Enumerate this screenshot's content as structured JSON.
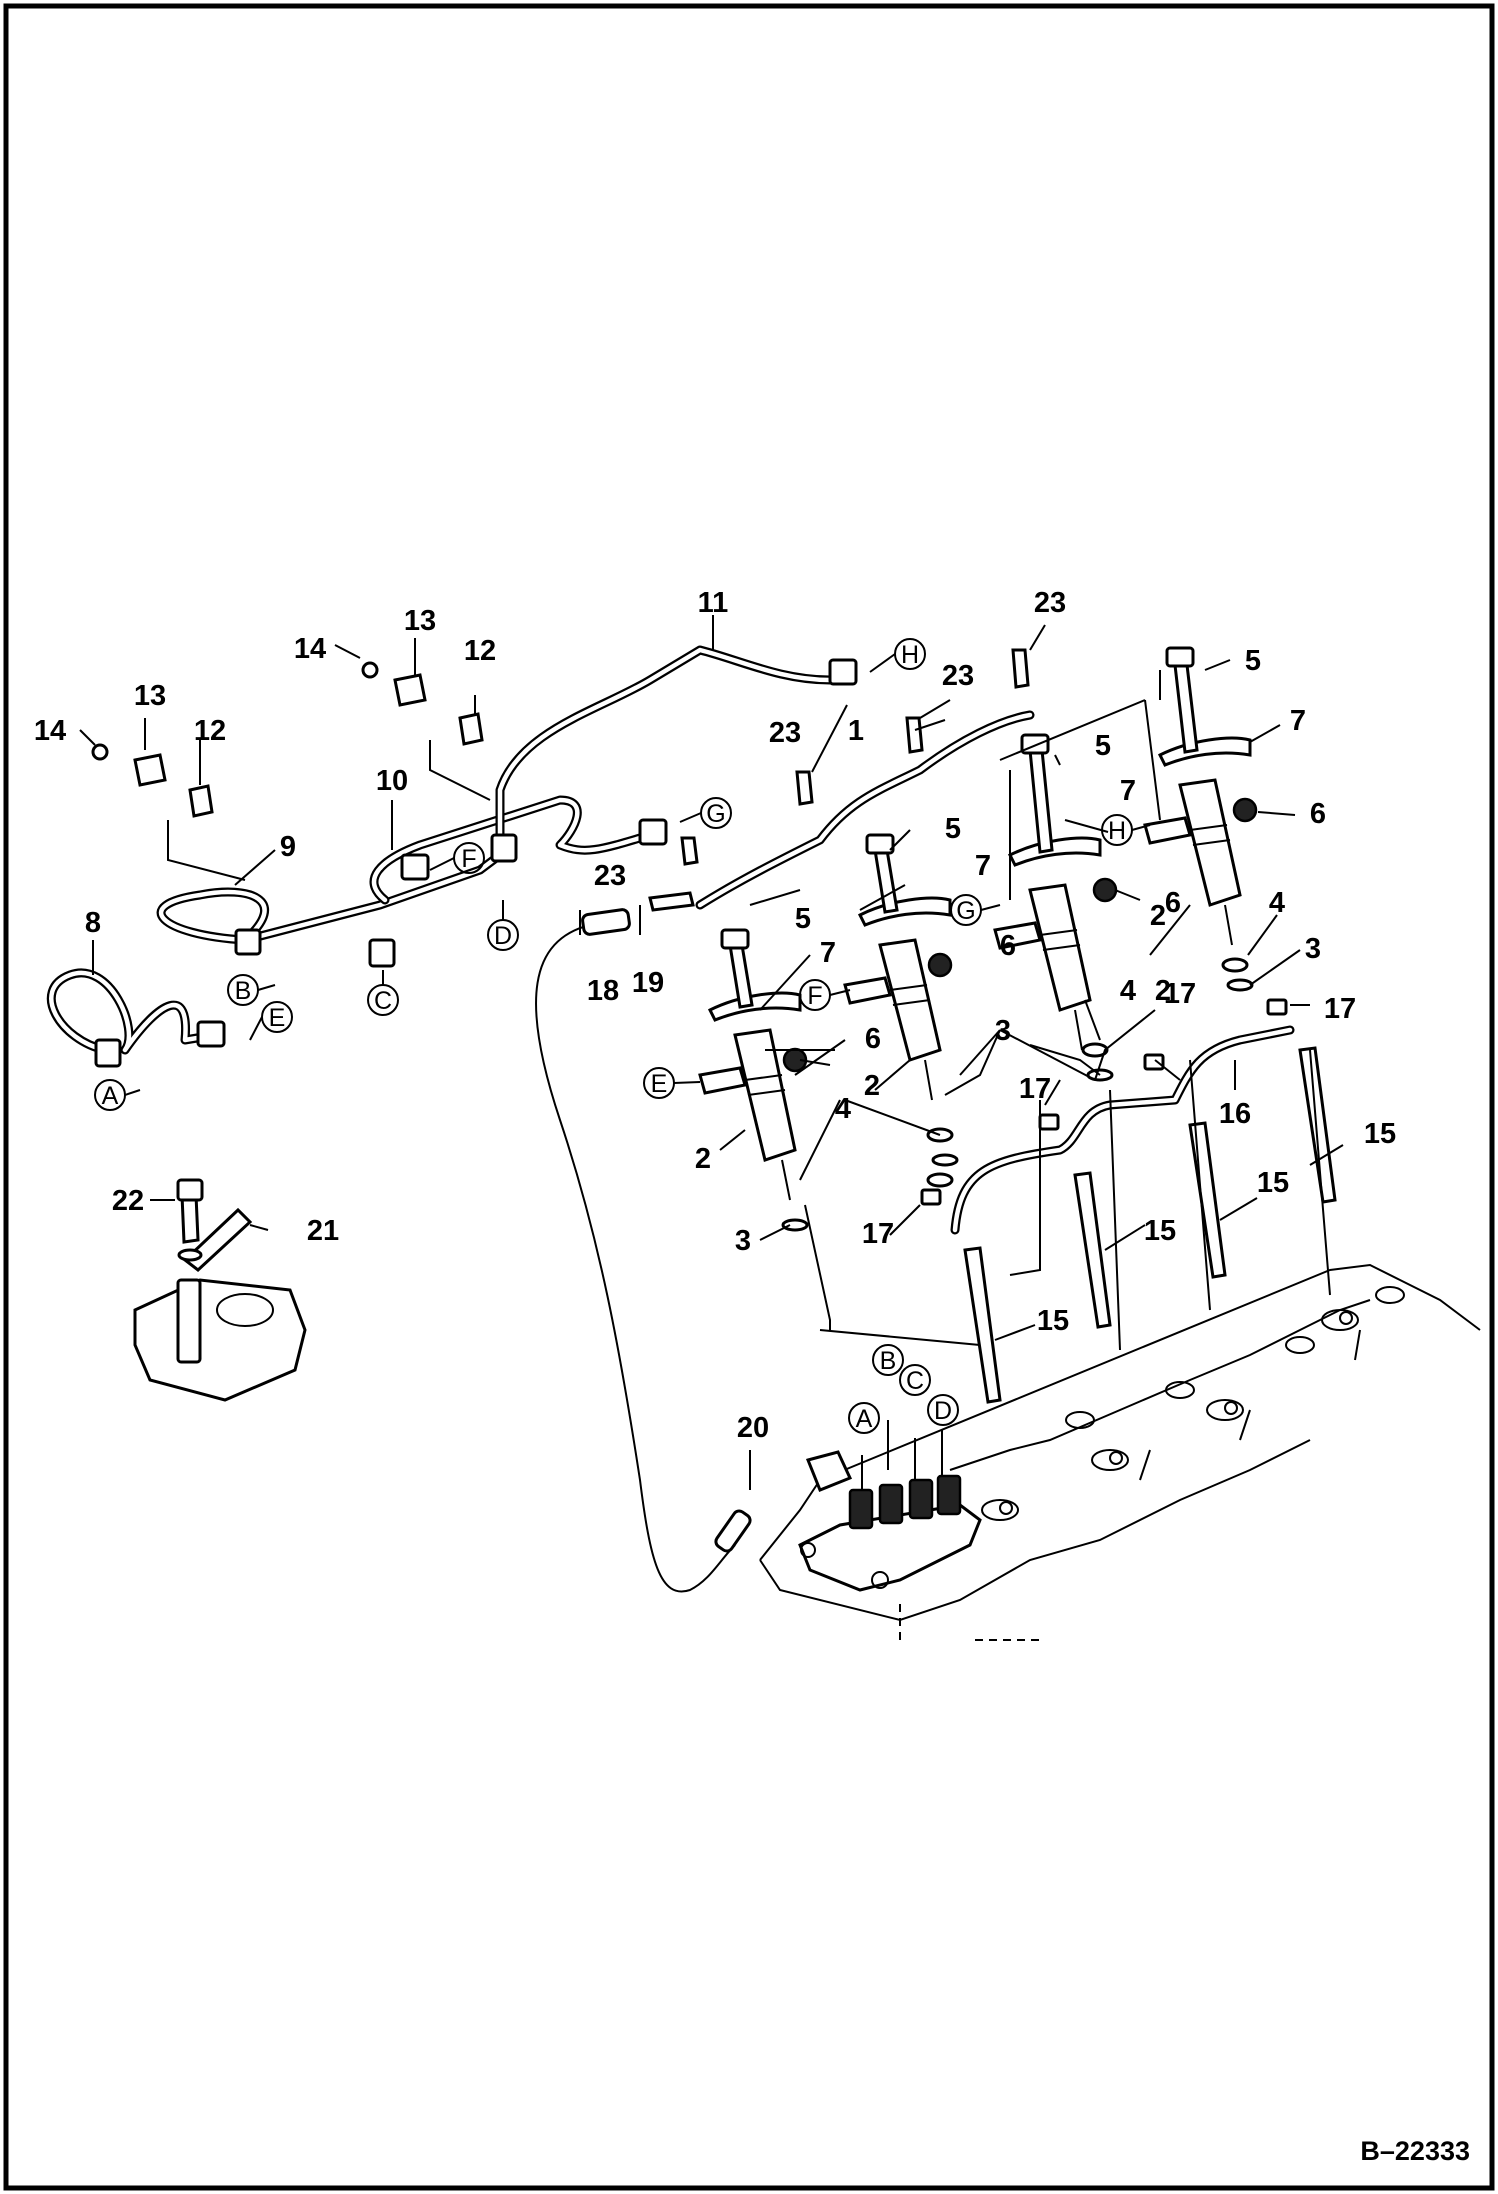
{
  "drawing": {
    "reference": "B–22333",
    "callouts": [
      {
        "id": "c1",
        "label": "1"
      },
      {
        "id": "c2a",
        "label": "2"
      },
      {
        "id": "c2b",
        "label": "2"
      },
      {
        "id": "c2c",
        "label": "2"
      },
      {
        "id": "c2d",
        "label": "2"
      },
      {
        "id": "c3a",
        "label": "3"
      },
      {
        "id": "c3b",
        "label": "3"
      },
      {
        "id": "c3c",
        "label": "3"
      },
      {
        "id": "c4a",
        "label": "4"
      },
      {
        "id": "c4b",
        "label": "4"
      },
      {
        "id": "c4c",
        "label": "4"
      },
      {
        "id": "c5a",
        "label": "5"
      },
      {
        "id": "c5b",
        "label": "5"
      },
      {
        "id": "c5c",
        "label": "5"
      },
      {
        "id": "c5d",
        "label": "5"
      },
      {
        "id": "c6a",
        "label": "6"
      },
      {
        "id": "c6b",
        "label": "6"
      },
      {
        "id": "c6c",
        "label": "6"
      },
      {
        "id": "c6d",
        "label": "6"
      },
      {
        "id": "c7a",
        "label": "7"
      },
      {
        "id": "c7b",
        "label": "7"
      },
      {
        "id": "c7c",
        "label": "7"
      },
      {
        "id": "c7d",
        "label": "7"
      },
      {
        "id": "c8",
        "label": "8"
      },
      {
        "id": "c9",
        "label": "9"
      },
      {
        "id": "c10",
        "label": "10"
      },
      {
        "id": "c11",
        "label": "11"
      },
      {
        "id": "c12a",
        "label": "12"
      },
      {
        "id": "c12b",
        "label": "12"
      },
      {
        "id": "c13a",
        "label": "13"
      },
      {
        "id": "c13b",
        "label": "13"
      },
      {
        "id": "c14a",
        "label": "14"
      },
      {
        "id": "c14b",
        "label": "14"
      },
      {
        "id": "c15a",
        "label": "15"
      },
      {
        "id": "c15b",
        "label": "15"
      },
      {
        "id": "c15c",
        "label": "15"
      },
      {
        "id": "c15d",
        "label": "15"
      },
      {
        "id": "c16",
        "label": "16"
      },
      {
        "id": "c17a",
        "label": "17"
      },
      {
        "id": "c17b",
        "label": "17"
      },
      {
        "id": "c17c",
        "label": "17"
      },
      {
        "id": "c17d",
        "label": "17"
      },
      {
        "id": "c18",
        "label": "18"
      },
      {
        "id": "c19",
        "label": "19"
      },
      {
        "id": "c20",
        "label": "20"
      },
      {
        "id": "c21",
        "label": "21"
      },
      {
        "id": "c22",
        "label": "22"
      },
      {
        "id": "c23a",
        "label": "23"
      },
      {
        "id": "c23b",
        "label": "23"
      },
      {
        "id": "c23c",
        "label": "23"
      },
      {
        "id": "c23d",
        "label": "23"
      }
    ],
    "connection_markers": [
      {
        "id": "mA1",
        "letter": "A"
      },
      {
        "id": "mB1",
        "letter": "B"
      },
      {
        "id": "mC1",
        "letter": "C"
      },
      {
        "id": "mD1",
        "letter": "D"
      },
      {
        "id": "mE1",
        "letter": "E"
      },
      {
        "id": "mF1",
        "letter": "F"
      },
      {
        "id": "mG1",
        "letter": "G"
      },
      {
        "id": "mH1",
        "letter": "H"
      },
      {
        "id": "mE2",
        "letter": "E"
      },
      {
        "id": "mF2",
        "letter": "F"
      },
      {
        "id": "mG2",
        "letter": "G"
      },
      {
        "id": "mH2",
        "letter": "H"
      },
      {
        "id": "mA2",
        "letter": "A"
      },
      {
        "id": "mB2",
        "letter": "B"
      },
      {
        "id": "mC2",
        "letter": "C"
      },
      {
        "id": "mD2",
        "letter": "D"
      }
    ]
  }
}
